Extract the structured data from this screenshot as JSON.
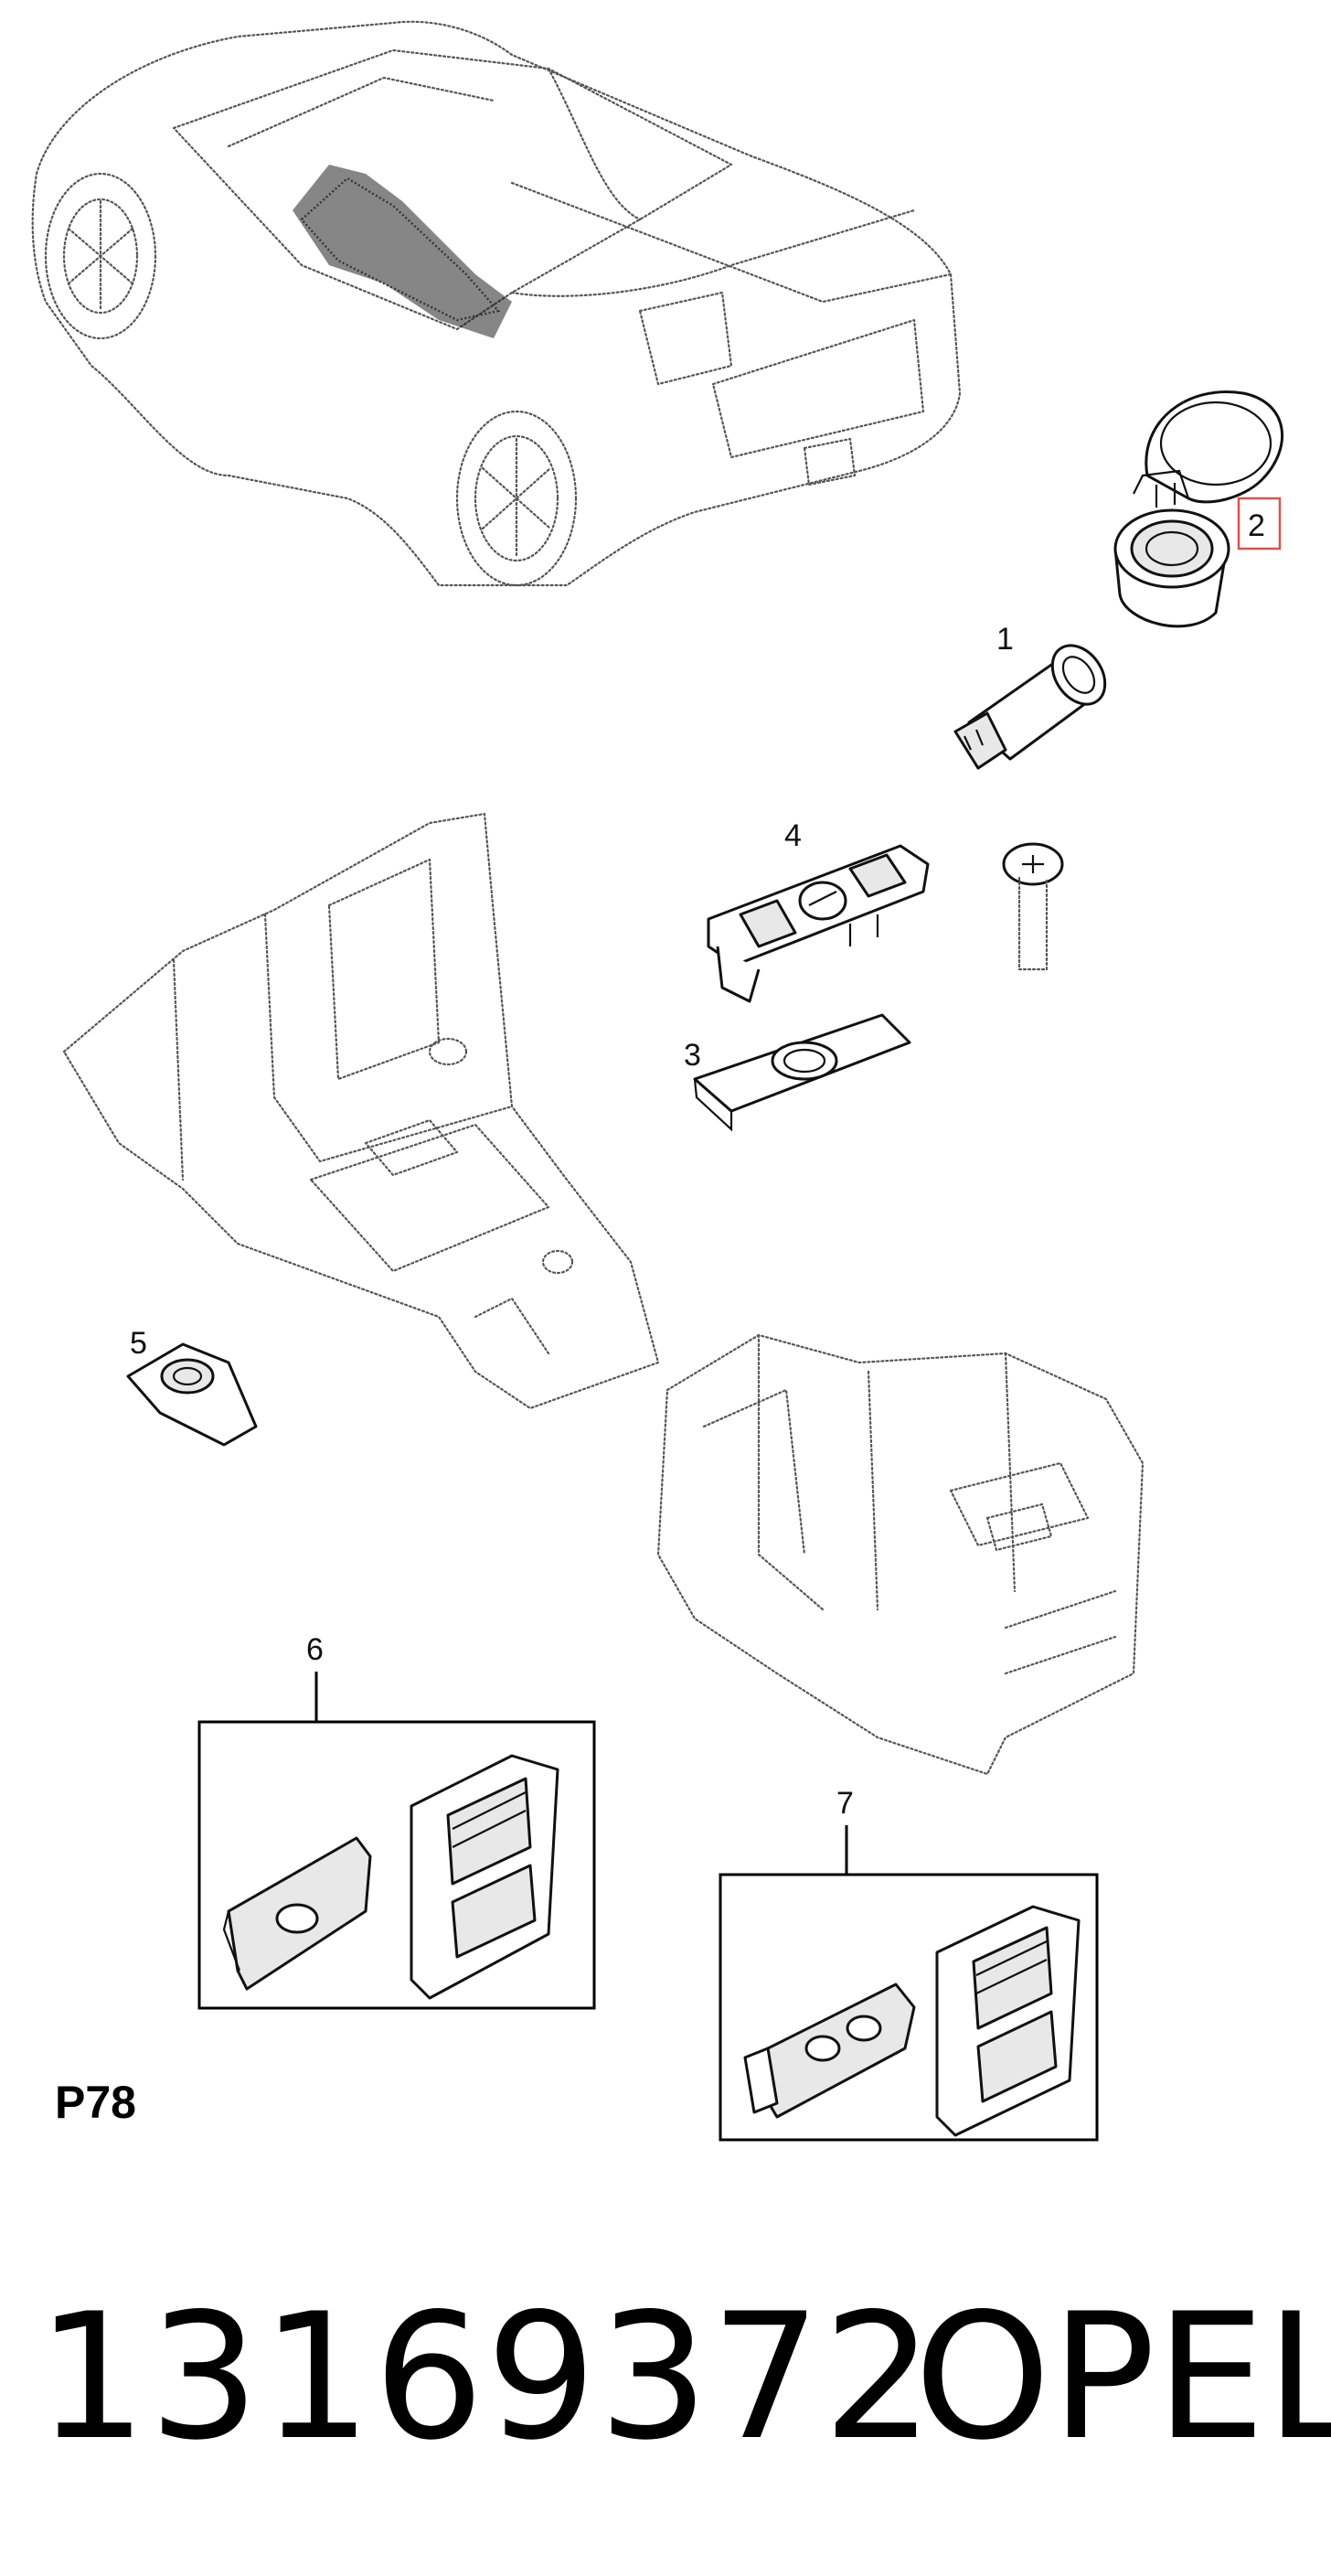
{
  "callouts": {
    "c1": "1",
    "c2": "2",
    "c3": "3",
    "c4": "4",
    "c5": "5",
    "c6": "6",
    "c7": "7"
  },
  "page_code": "P78",
  "part_number": "13169372",
  "brand": "OPEL",
  "colors": {
    "highlight": "#d9534f",
    "line": "#111111"
  }
}
